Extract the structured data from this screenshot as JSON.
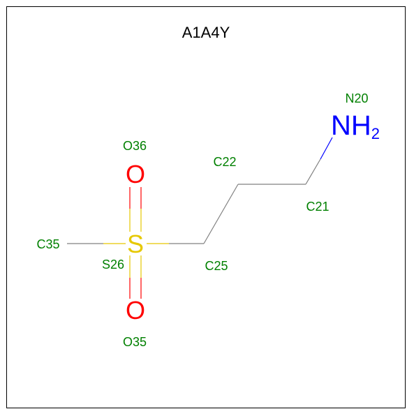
{
  "title": "A1A4Y",
  "colors": {
    "bond": "#808080",
    "label": "#008000",
    "nitrogen": "#0000ff",
    "oxygen": "#ff0000",
    "sulfur": "#e6c800",
    "border": "#000000"
  },
  "atoms": {
    "n20": {
      "label": "N20",
      "element": "NH",
      "subscript": "2"
    },
    "c21": {
      "label": "C21"
    },
    "c22": {
      "label": "C22"
    },
    "c25": {
      "label": "C25"
    },
    "s26": {
      "label": "S26",
      "element": "S"
    },
    "c35": {
      "label": "C35"
    },
    "o36": {
      "label": "O36",
      "element": "O"
    },
    "o35": {
      "label": "O35",
      "element": "O"
    }
  }
}
